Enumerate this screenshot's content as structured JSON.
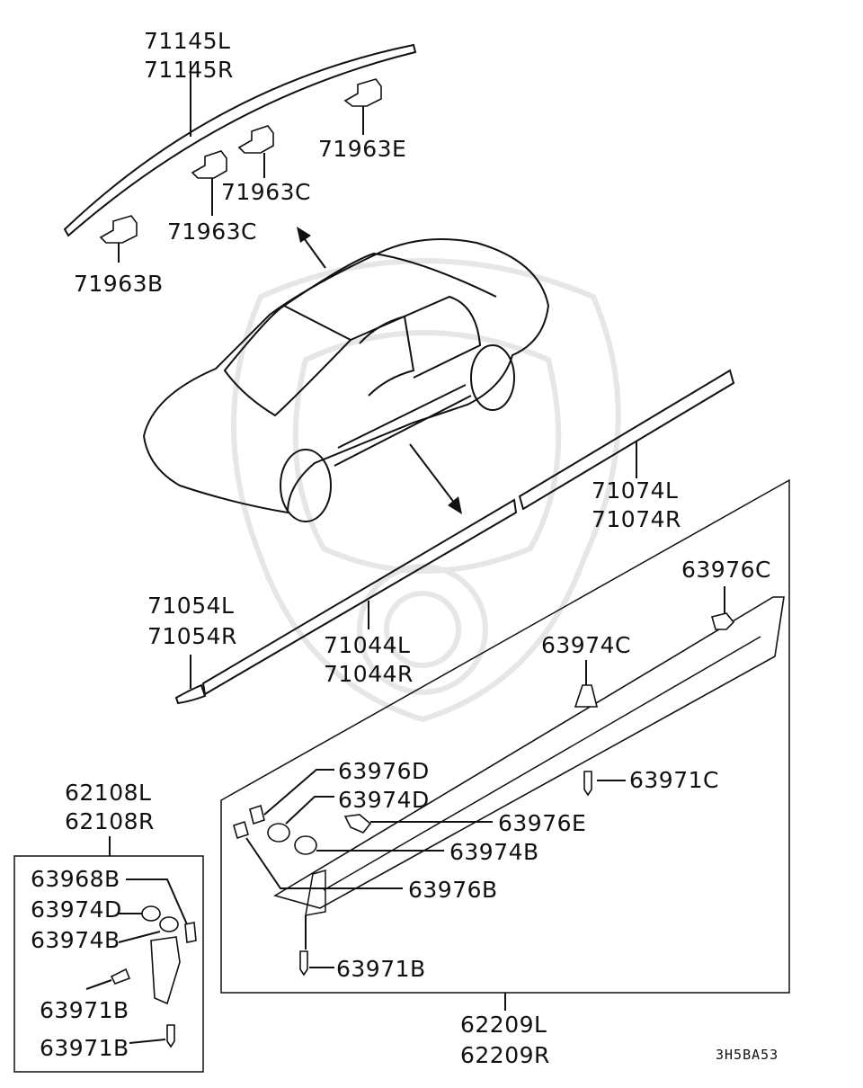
{
  "diagram_code": "3H5BA53",
  "labels": {
    "l71145L": "71145L",
    "l71145R": "71145R",
    "l71963E": "71963E",
    "l71963C_a": "71963C",
    "l71963C_b": "71963C",
    "l71963B": "71963B",
    "l71074L": "71074L",
    "l71074R": "71074R",
    "l63976C": "63976C",
    "l71054L": "71054L",
    "l71054R": "71054R",
    "l71044L": "71044L",
    "l71044R": "71044R",
    "l63974C": "63974C",
    "l63976D": "63976D",
    "l63971C": "63971C",
    "l63974D": "63974D",
    "l63976E": "63976E",
    "l63974B": "63974B",
    "l63976B": "63976B",
    "l63971B": "63971B",
    "l62108L": "62108L",
    "l62108R": "62108R",
    "l63968B": "63968B",
    "l63974D_box": "63974D",
    "l63974B_box": "63974B",
    "l63971B_box1": "63971B",
    "l63971B_box2": "63971B",
    "l62209L": "62209L",
    "l62209R": "62209R"
  }
}
